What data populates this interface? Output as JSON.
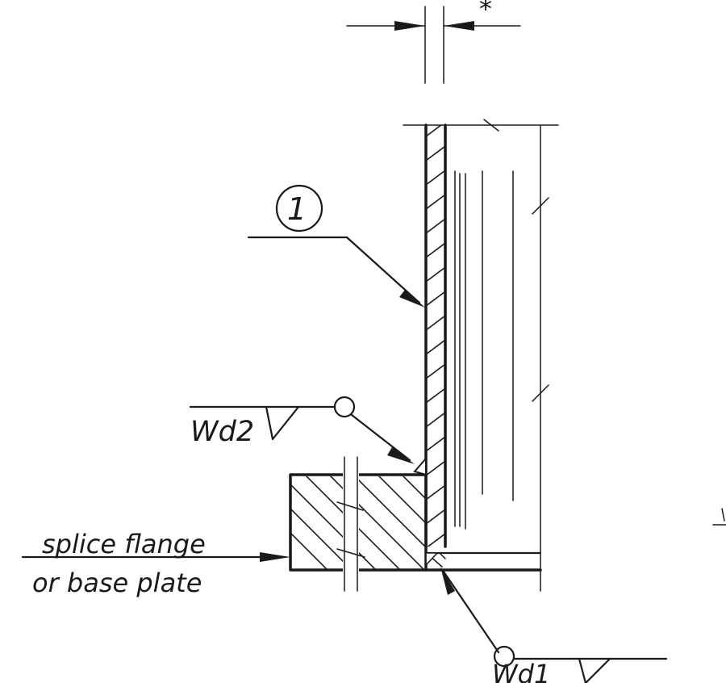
{
  "labels": {
    "dimension_mark": "*",
    "item_callout": "1",
    "weld_upper": "Wd2",
    "weld_lower": "Wd1",
    "flange_line1": "splice flange",
    "flange_line2": "or base plate"
  },
  "colors": {
    "ink": "#1a1a1a",
    "paper": "#ffffff"
  }
}
